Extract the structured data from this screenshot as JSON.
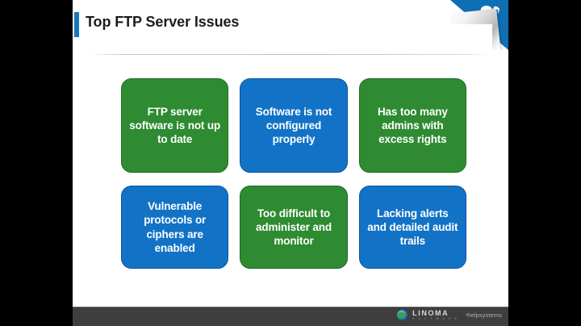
{
  "slide": {
    "title": "Top FTP Server Issues",
    "accent_color": "#1878BE",
    "background": "#ffffff"
  },
  "corner": {
    "icon": "speech-bubble-gear-icon",
    "color": "#0E6FB4"
  },
  "boxes": [
    {
      "text": "FTP server software is not up to date",
      "color": "green",
      "hex": "#2E8B31"
    },
    {
      "text": "Software is not configured properly",
      "color": "blue",
      "hex": "#1273C6"
    },
    {
      "text": "Has too many admins with excess rights",
      "color": "green",
      "hex": "#2E8B31"
    },
    {
      "text": "Vulnerable protocols or ciphers are enabled",
      "color": "blue",
      "hex": "#1273C6"
    },
    {
      "text": "Too difficult to administer and monitor",
      "color": "green",
      "hex": "#2E8B31"
    },
    {
      "text": "Lacking alerts and detailed audit trails",
      "color": "blue",
      "hex": "#1273C6"
    }
  ],
  "footer": {
    "background": "#3E3E3E",
    "globe_icon": "globe-icon",
    "linoma_name": "LINOMA",
    "linoma_sub": "S O F T W A R E",
    "helpsystems_mark": "a",
    "helpsystems_name": "helpsystems"
  }
}
